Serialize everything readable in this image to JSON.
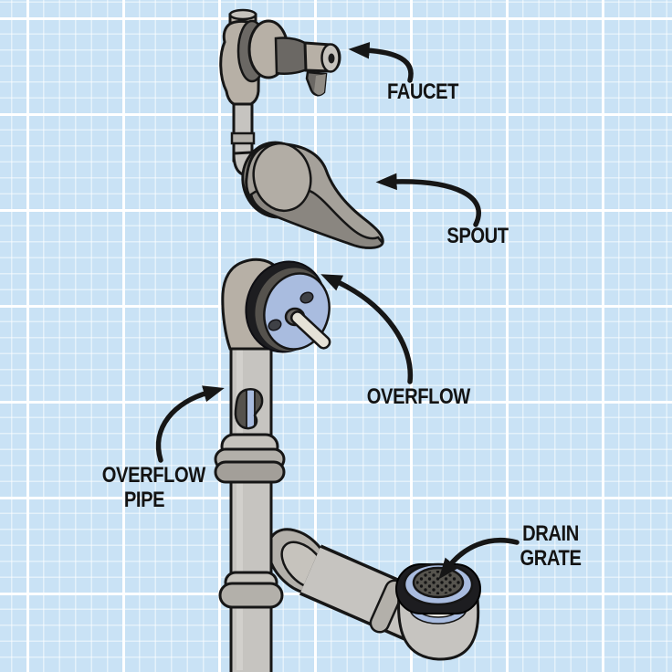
{
  "diagram": {
    "subject": "Bathtub faucet and drain plumbing parts diagram",
    "background_style": "light blue graph paper grid"
  },
  "parts": {
    "faucet": {
      "label": "FAUCET"
    },
    "spout": {
      "label": "SPOUT"
    },
    "overflow": {
      "label": "OVERFLOW"
    },
    "overflow_pipe": {
      "label_line1": "OVERFLOW",
      "label_line2": "PIPE"
    },
    "drain_grate": {
      "label_line1": "DRAIN",
      "label_line2": "GRATE"
    }
  },
  "colors": {
    "background": "#c9e2f5",
    "grid_minor": "rgba(255,255,255,0.5)",
    "grid_major": "#ffffff",
    "outline": "#161616",
    "label_text": "#131313",
    "pipe_gray": "#c6c4c0",
    "pipe_highlight": "#d9d7d3",
    "fitting_gray": "#b3b0aa",
    "fitting_light": "#c6c3bd",
    "fitting_shadow": "#a39f99",
    "metal_taupe": "#b7b0a6",
    "metal_dark": "#6b6864",
    "spout_top": "#a5a19a",
    "spout_side": "#8a8680",
    "flange_ring": "#8f8b84",
    "flange_face": "#b2ada5",
    "plate_blue": "#a9bcdf",
    "ring_dark": "#55524d",
    "gasket_black": "#1d1d20",
    "grate_face": "#56544e",
    "grate_holes": "#141414",
    "lever_cream": "#e5e2d7",
    "screw_dark": "#3f4146",
    "lip_white": "#e9e7e1"
  }
}
